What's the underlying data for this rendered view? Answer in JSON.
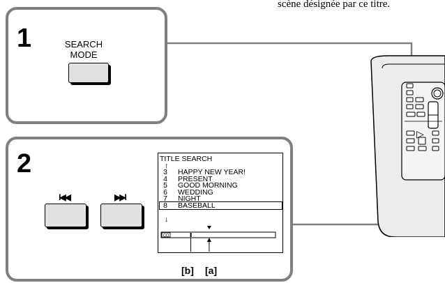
{
  "top_caption": "scène désignée par ce titre.",
  "step1": {
    "number": "1",
    "button_label_line1": "SEARCH",
    "button_label_line2": "MODE"
  },
  "step2": {
    "number": "2",
    "prev_button_glyph": "I◀◀",
    "next_button_glyph": "▶▶I",
    "screen": {
      "header": "TITLE SEARCH",
      "up_arrow": "↑",
      "down_arrow": "↓",
      "items": [
        {
          "num": "3",
          "title": "HAPPY NEW YEAR!"
        },
        {
          "num": "4",
          "title": "PRESENT"
        },
        {
          "num": "5",
          "title": "GOOD MORNING"
        },
        {
          "num": "6",
          "title": "WEDDING"
        },
        {
          "num": "7",
          "title": "NIGHT"
        },
        {
          "num": "8",
          "title": "BASEBALL"
        }
      ],
      "selected_index": 4,
      "tape_icon_label": "CO",
      "current_position": 0.26,
      "target_position": 0.42
    },
    "ref_b": "[b]",
    "ref_a": "[a]"
  },
  "remote": {
    "play_glyph": "▷"
  },
  "colors": {
    "box_border": "#7f7f7f",
    "button_fill": "#e1e1e1",
    "remote_fill": "#ececec"
  }
}
